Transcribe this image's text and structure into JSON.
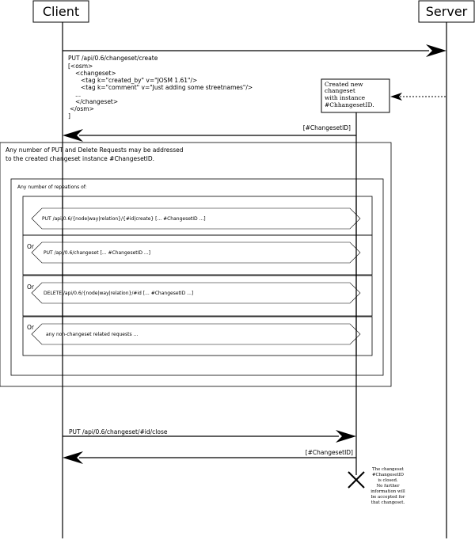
{
  "actors": {
    "client": "Client",
    "server": "Server"
  },
  "messages": {
    "create_request": [
      "PUT /api/0.6/changeset/create",
      "[<osm>",
      "<changeset>",
      "<tag k=\"created_by\" v=\"JOSM 1.61\"/>",
      "<tag k=\"comment\" v=\"Just adding some streetnames\"/>",
      "...",
      "</changeset>",
      "</osm>",
      "]"
    ],
    "create_response": "[#ChangesetID]",
    "close_request": "PUT /api/0.6/changeset/#id/close",
    "close_response": "[#ChangesetID]"
  },
  "notes": {
    "created_instance": [
      "Created new",
      "changeset",
      "with instance",
      "#ChhangesetID."
    ],
    "closed": [
      "The changeset",
      "#ChangesetID",
      "is closed.",
      "No further",
      "information will",
      "be accepted for",
      "that changeset."
    ]
  },
  "outer_frame": {
    "caption": [
      "Any number of PUT and Delete Requests may be addressed",
      "to the created changeset instance #ChangesetID."
    ]
  },
  "loop_frame": {
    "caption": "Any number of repeations of:"
  },
  "alternatives": [
    {
      "operator": "",
      "request": "PUT /api/0.6/{node|way|relation}/{#id|create} [... #ChangesetID ...]"
    },
    {
      "operator": "Or",
      "request": "PUT /api/0.6/changeset   [... #ChangesetID ...]"
    },
    {
      "operator": "Or",
      "request": "DELETE /api/0.6/{node|way|relation}/#id  [... #ChangesetID ...]"
    },
    {
      "operator": "Or",
      "request": "any non-changeset related requests ..."
    }
  ]
}
